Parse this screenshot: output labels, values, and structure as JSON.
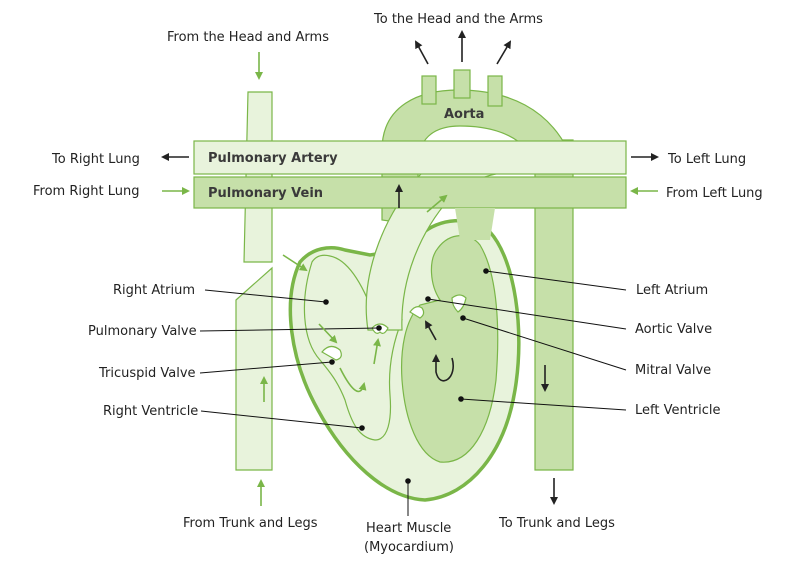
{
  "labels": {
    "to_head_arms": "To the Head and the Arms",
    "from_head_arms": "From the Head and Arms",
    "aorta": "Aorta",
    "pulmonary_artery": "Pulmonary Artery",
    "pulmonary_vein": "Pulmonary Vein",
    "to_right_lung": "To Right Lung",
    "from_right_lung": "From Right Lung",
    "to_left_lung": "To Left Lung",
    "from_left_lung": "From Left Lung",
    "right_atrium": "Right Atrium",
    "pulmonary_valve": "Pulmonary Valve",
    "tricuspid_valve": "Tricuspid Valve",
    "right_ventricle": "Right Ventricle",
    "left_atrium": "Left Atrium",
    "aortic_valve": "Aortic Valve",
    "mitral_valve": "Mitral Valve",
    "left_ventricle": "Left Ventricle",
    "from_trunk_legs": "From Trunk and Legs",
    "to_trunk_legs": "To Trunk and Legs",
    "heart_muscle_line1": "Heart Muscle",
    "heart_muscle_line2": "(Myocardium)"
  },
  "colors": {
    "light_green": "#e8f3dc",
    "mid_green": "#c6e0a9",
    "outline_green": "#7ab648",
    "heart_wall": "#7ab648",
    "arrow_dark": "#222222"
  }
}
